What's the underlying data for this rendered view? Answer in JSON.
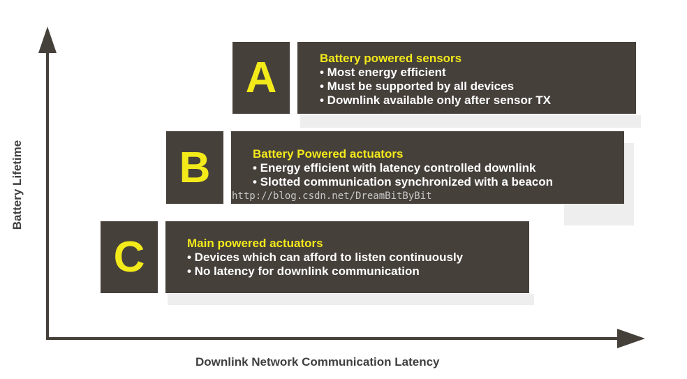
{
  "axes": {
    "y_label": "Battery Lifetime",
    "x_label": "Downlink Network Communication Latency"
  },
  "watermark": "http://blog.csdn.net/DreamBitByBit",
  "tiers": [
    {
      "letter": "A",
      "title": "Battery powered sensors",
      "bullets": [
        "• Most energy efficient",
        "• Must be supported by all devices",
        "• Downlink available only after sensor TX"
      ]
    },
    {
      "letter": "B",
      "title": "Battery Powered actuators",
      "bullets": [
        "• Energy efficient with latency controlled downlink",
        "• Slotted communication synchronized with a beacon"
      ]
    },
    {
      "letter": "C",
      "title": "Main powered actuators",
      "bullets": [
        "• Devices which can afford to listen continuously",
        "• No latency for downlink communication"
      ]
    }
  ],
  "colors": {
    "box": "#46403b",
    "letter": "#f3ea1a",
    "title": "#f3ea1a",
    "bullet": "#ffffff",
    "axis": "#46403b"
  }
}
